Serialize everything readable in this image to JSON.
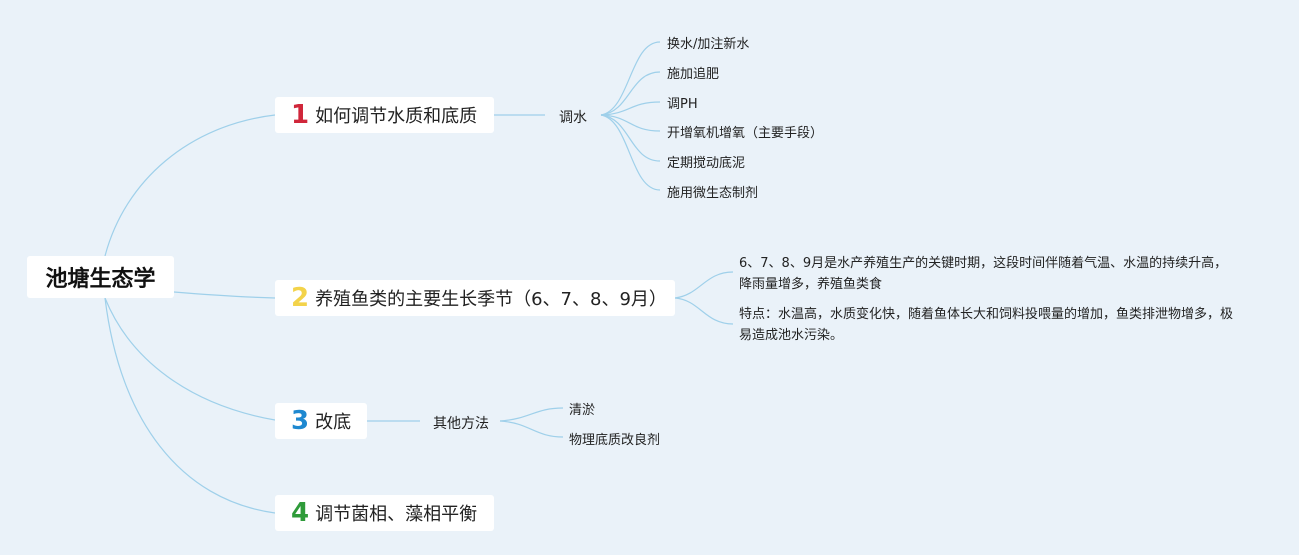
{
  "root": "池塘生态学",
  "branches": [
    {
      "num": "1",
      "label": "如何调节水质和底质",
      "color": "#d0263a"
    },
    {
      "num": "2",
      "label": "养殖鱼类的主要生长季节（6、7、8、9月）",
      "color": "#f3d34a"
    },
    {
      "num": "3",
      "label": "改底",
      "color": "#1e88d0"
    },
    {
      "num": "4",
      "label": "调节菌相、藻相平衡",
      "color": "#2f9b3a"
    }
  ],
  "b1_sub": "调水",
  "b1_items": [
    "换水/加注新水",
    "施加追肥",
    "调PH",
    "开增氧机增氧（主要手段）",
    "定期搅动底泥",
    "施用微生态制剂"
  ],
  "b2_notes": [
    "6、7、8、9月是水产养殖生产的关键时期，这段时间伴随着气温、水温的持续升高，降雨量增多，养殖鱼类食",
    "特点：水温高，水质变化快，随着鱼体长大和饲料投喂量的增加，鱼类排泄物增多，极易造成池水污染。"
  ],
  "b3_sub": "其他方法",
  "b3_items": [
    "清淤",
    "物理底质改良剂"
  ],
  "colors": {
    "background": "#eaf2f9",
    "line": "#9fd0ea",
    "node": "#ffffff"
  }
}
